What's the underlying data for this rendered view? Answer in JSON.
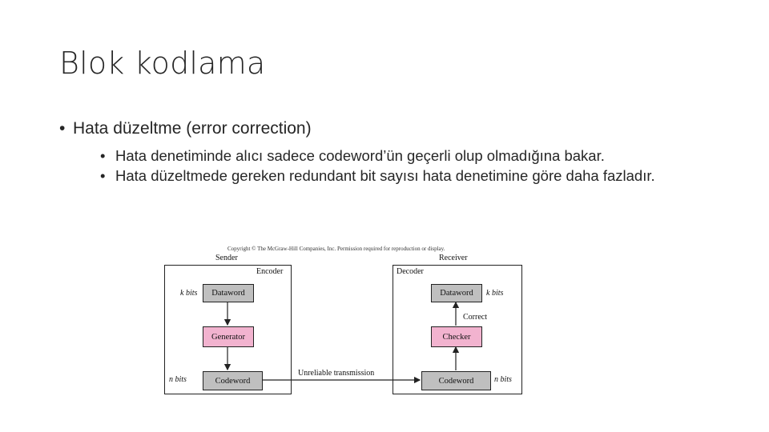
{
  "slide": {
    "title": "Blok kodlama",
    "bullet_main": "Hata düzeltme (error correction)",
    "sub_bullets": [
      "Hata denetiminde alıcı sadece codeword’ün geçerli olup olmadığına bakar.",
      "Hata düzeltmede gereken redundant bit sayısı hata denetimine göre daha fazladır."
    ]
  },
  "figure": {
    "copyright": "Copyright © The McGraw-Hill Companies, Inc. Permission required for reproduction or display.",
    "sender_label": "Sender",
    "receiver_label": "Receiver",
    "encoder_label": "Encoder",
    "decoder_label": "Decoder",
    "sender_dataword": "Dataword",
    "generator": "Generator",
    "sender_codeword": "Codeword",
    "receiver_dataword": "Dataword",
    "checker": "Checker",
    "receiver_codeword": "Codeword",
    "k_bits_left": "k bits",
    "n_bits_left": "n bits",
    "k_bits_right": "k bits",
    "n_bits_right": "n bits",
    "correct": "Correct",
    "channel": "Unreliable transmission",
    "colors": {
      "gray_box": "#bfbfbf",
      "pink_box": "#f2b3cf"
    }
  }
}
